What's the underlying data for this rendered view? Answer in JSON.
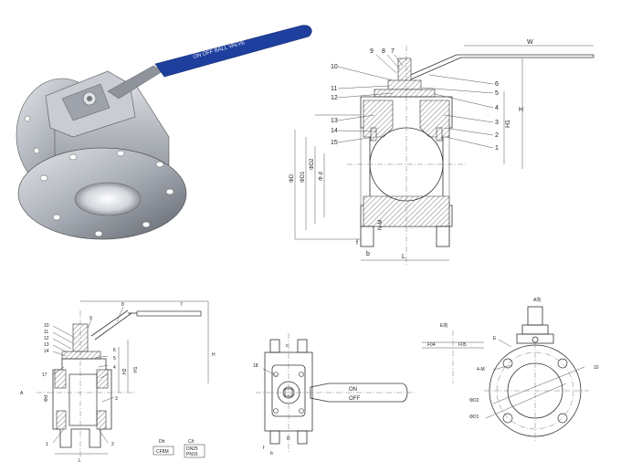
{
  "photo": {
    "handle_text": "ON  OFF  BALL VALVE",
    "colors": {
      "handle": "#1f3f9e",
      "steel": "#b8bcc4",
      "dark_steel": "#6a6f78"
    }
  },
  "section_view": {
    "part_labels": [
      "9",
      "8",
      "7",
      "10",
      "11",
      "12",
      "13",
      "14",
      "15",
      "6",
      "5",
      "4",
      "3",
      "2",
      "1"
    ],
    "dims": {
      "W": "W",
      "H": "H",
      "H1": "H1",
      "D": "ΦD",
      "D1": "ΦD1",
      "D2": "ΦD2",
      "d": "Φ d",
      "f": "f",
      "b": "b",
      "NM": "N-M",
      "L": "L"
    }
  },
  "front_view": {
    "part_labels": [
      "8",
      "7",
      "9",
      "10",
      "11",
      "12",
      "13",
      "14",
      "6",
      "5",
      "4",
      "17",
      "3",
      "1",
      "2"
    ],
    "dims": {
      "A": "A",
      "d": "Φd",
      "H": "H",
      "H1": "H1",
      "H2": "H2",
      "L": "L"
    },
    "table": {
      "dn_header": "Dh",
      "pn_header": "C/t",
      "material": "CF8M",
      "rating": "DN25\nPN16"
    }
  },
  "side_view": {
    "part_labels": [
      "18"
    ],
    "dims": {
      "c": "c",
      "D": "D",
      "f": "f",
      "b": "b"
    },
    "handle_on": "ON",
    "handle_off": "OFF"
  },
  "top_view": {
    "title": "A向",
    "flange_label": "E向",
    "flange_options": [
      "F04",
      "F05"
    ],
    "dims": {
      "E": "E",
      "M": "4-M",
      "D2": "ΦD2",
      "D1": "ΦD1",
      "ten": "10"
    }
  }
}
